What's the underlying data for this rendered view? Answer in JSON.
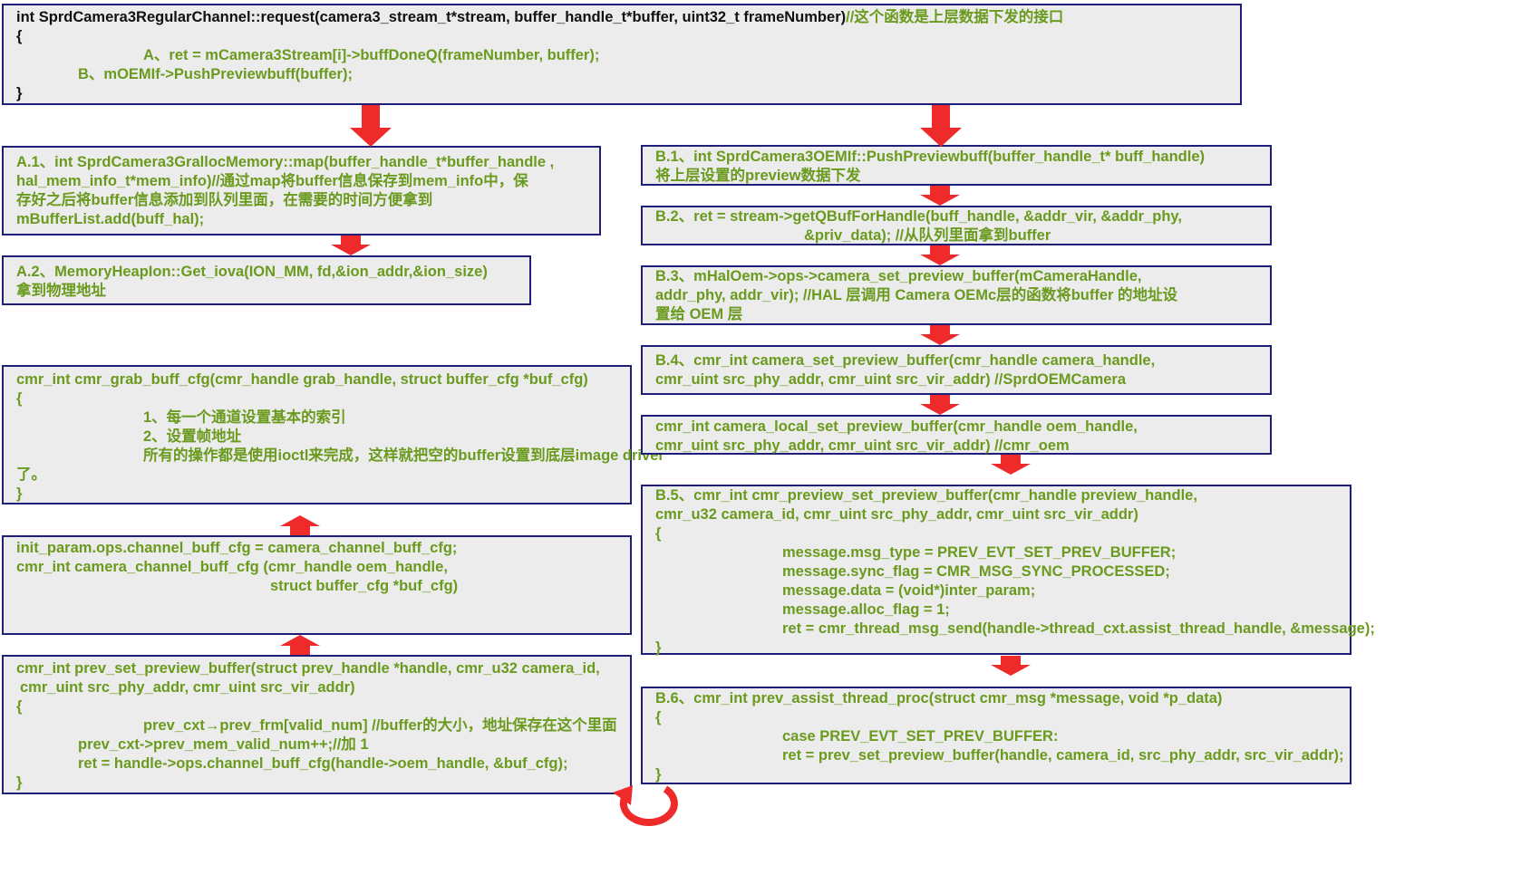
{
  "colors": {
    "text_green": "#6a9a1e",
    "text_dark": "#111111",
    "box_fill": "#ececec",
    "box_border": "#1f1f7a",
    "arrow_red": "#ee2a2a"
  },
  "top": {
    "code": "int SprdCamera3RegularChannel::request(camera3_stream_t*stream, buffer_handle_t*buffer, uint32_t frameNumber)",
    "comment": "//这个函数是上层数据下发的接口",
    "lines": [
      "{",
      "A、ret = mCamera3Stream[i]->buffDoneQ(frameNumber, buffer);",
      "B、mOEMIf->PushPreviewbuff(buffer);",
      "}"
    ]
  },
  "a1": {
    "lines": [
      "A.1、int SprdCamera3GrallocMemory::map(buffer_handle_t*buffer_handle ,",
      "hal_mem_info_t*mem_info)//通过map将buffer信息保存到mem_info中，保",
      "存好之后将buffer信息添加到队列里面，在需要的时间方便拿到",
      "mBufferList.add(buff_hal);"
    ]
  },
  "a2": {
    "lines": [
      "A.2、MemoryHeapIon::Get_iova(ION_MM, fd,&ion_addr,&ion_size)",
      "拿到物理地址"
    ]
  },
  "grab": {
    "lines": [
      "cmr_int cmr_grab_buff_cfg(cmr_handle grab_handle, struct buffer_cfg *buf_cfg)",
      "{",
      "1、每一个通道设置基本的索引",
      "2、设置帧地址",
      "所有的操作都是使用ioctl来完成，这样就把空的buffer设置到底层image driver",
      "了。",
      "}"
    ]
  },
  "init": {
    "lines": [
      "init_param.ops.channel_buff_cfg = camera_channel_buff_cfg;",
      "cmr_int camera_channel_buff_cfg (cmr_handle oem_handle,",
      "struct buffer_cfg *buf_cfg)"
    ]
  },
  "prev": {
    "lines": [
      "cmr_int prev_set_preview_buffer(struct prev_handle *handle, cmr_u32 camera_id,",
      "cmr_uint src_phy_addr, cmr_uint src_vir_addr)",
      "{",
      "prev_cxt→prev_frm[valid_num]  //buffer的大小，地址保存在这个里面",
      "prev_cxt->prev_mem_valid_num++;//加 1",
      "ret = handle->ops.channel_buff_cfg(handle->oem_handle, &buf_cfg);",
      "}"
    ]
  },
  "b1": {
    "lines": [
      "B.1、int SprdCamera3OEMIf::PushPreviewbuff(buffer_handle_t* buff_handle)",
      "将上层设置的preview数据下发"
    ]
  },
  "b2": {
    "lines": [
      "B.2、ret =  stream->getQBufForHandle(buff_handle, &addr_vir, &addr_phy,",
      "&priv_data); //从队列里面拿到buffer"
    ]
  },
  "b3": {
    "lines": [
      "B.3、mHalOem->ops->camera_set_preview_buffer(mCameraHandle,",
      "addr_phy, addr_vir);   //HAL 层调用 Camera OEMc层的函数将buffer 的地址设",
      "置给 OEM 层"
    ]
  },
  "b4": {
    "lines": [
      "B.4、cmr_int camera_set_preview_buffer(cmr_handle camera_handle,",
      "cmr_uint src_phy_addr, cmr_uint src_vir_addr)  //SprdOEMCamera"
    ]
  },
  "b4b": {
    "lines": [
      "cmr_int camera_local_set_preview_buffer(cmr_handle oem_handle,",
      "cmr_uint src_phy_addr, cmr_uint src_vir_addr)  //cmr_oem"
    ]
  },
  "b5": {
    "lines": [
      "B.5、cmr_int cmr_preview_set_preview_buffer(cmr_handle preview_handle,",
      "cmr_u32 camera_id, cmr_uint src_phy_addr, cmr_uint src_vir_addr)",
      "{",
      "message.msg_type   = PREV_EVT_SET_PREV_BUFFER;",
      "message.sync_flag  = CMR_MSG_SYNC_PROCESSED;",
      "message.data        = (void*)inter_param;",
      "message.alloc_flag = 1;",
      "ret = cmr_thread_msg_send(handle->thread_cxt.assist_thread_handle, &message);",
      "}"
    ]
  },
  "b6": {
    "lines": [
      "B.6、cmr_int prev_assist_thread_proc(struct cmr_msg *message, void *p_data)",
      "{",
      "case PREV_EVT_SET_PREV_BUFFER:",
      "ret = prev_set_preview_buffer(handle, camera_id, src_phy_addr, src_vir_addr);",
      "}"
    ]
  }
}
